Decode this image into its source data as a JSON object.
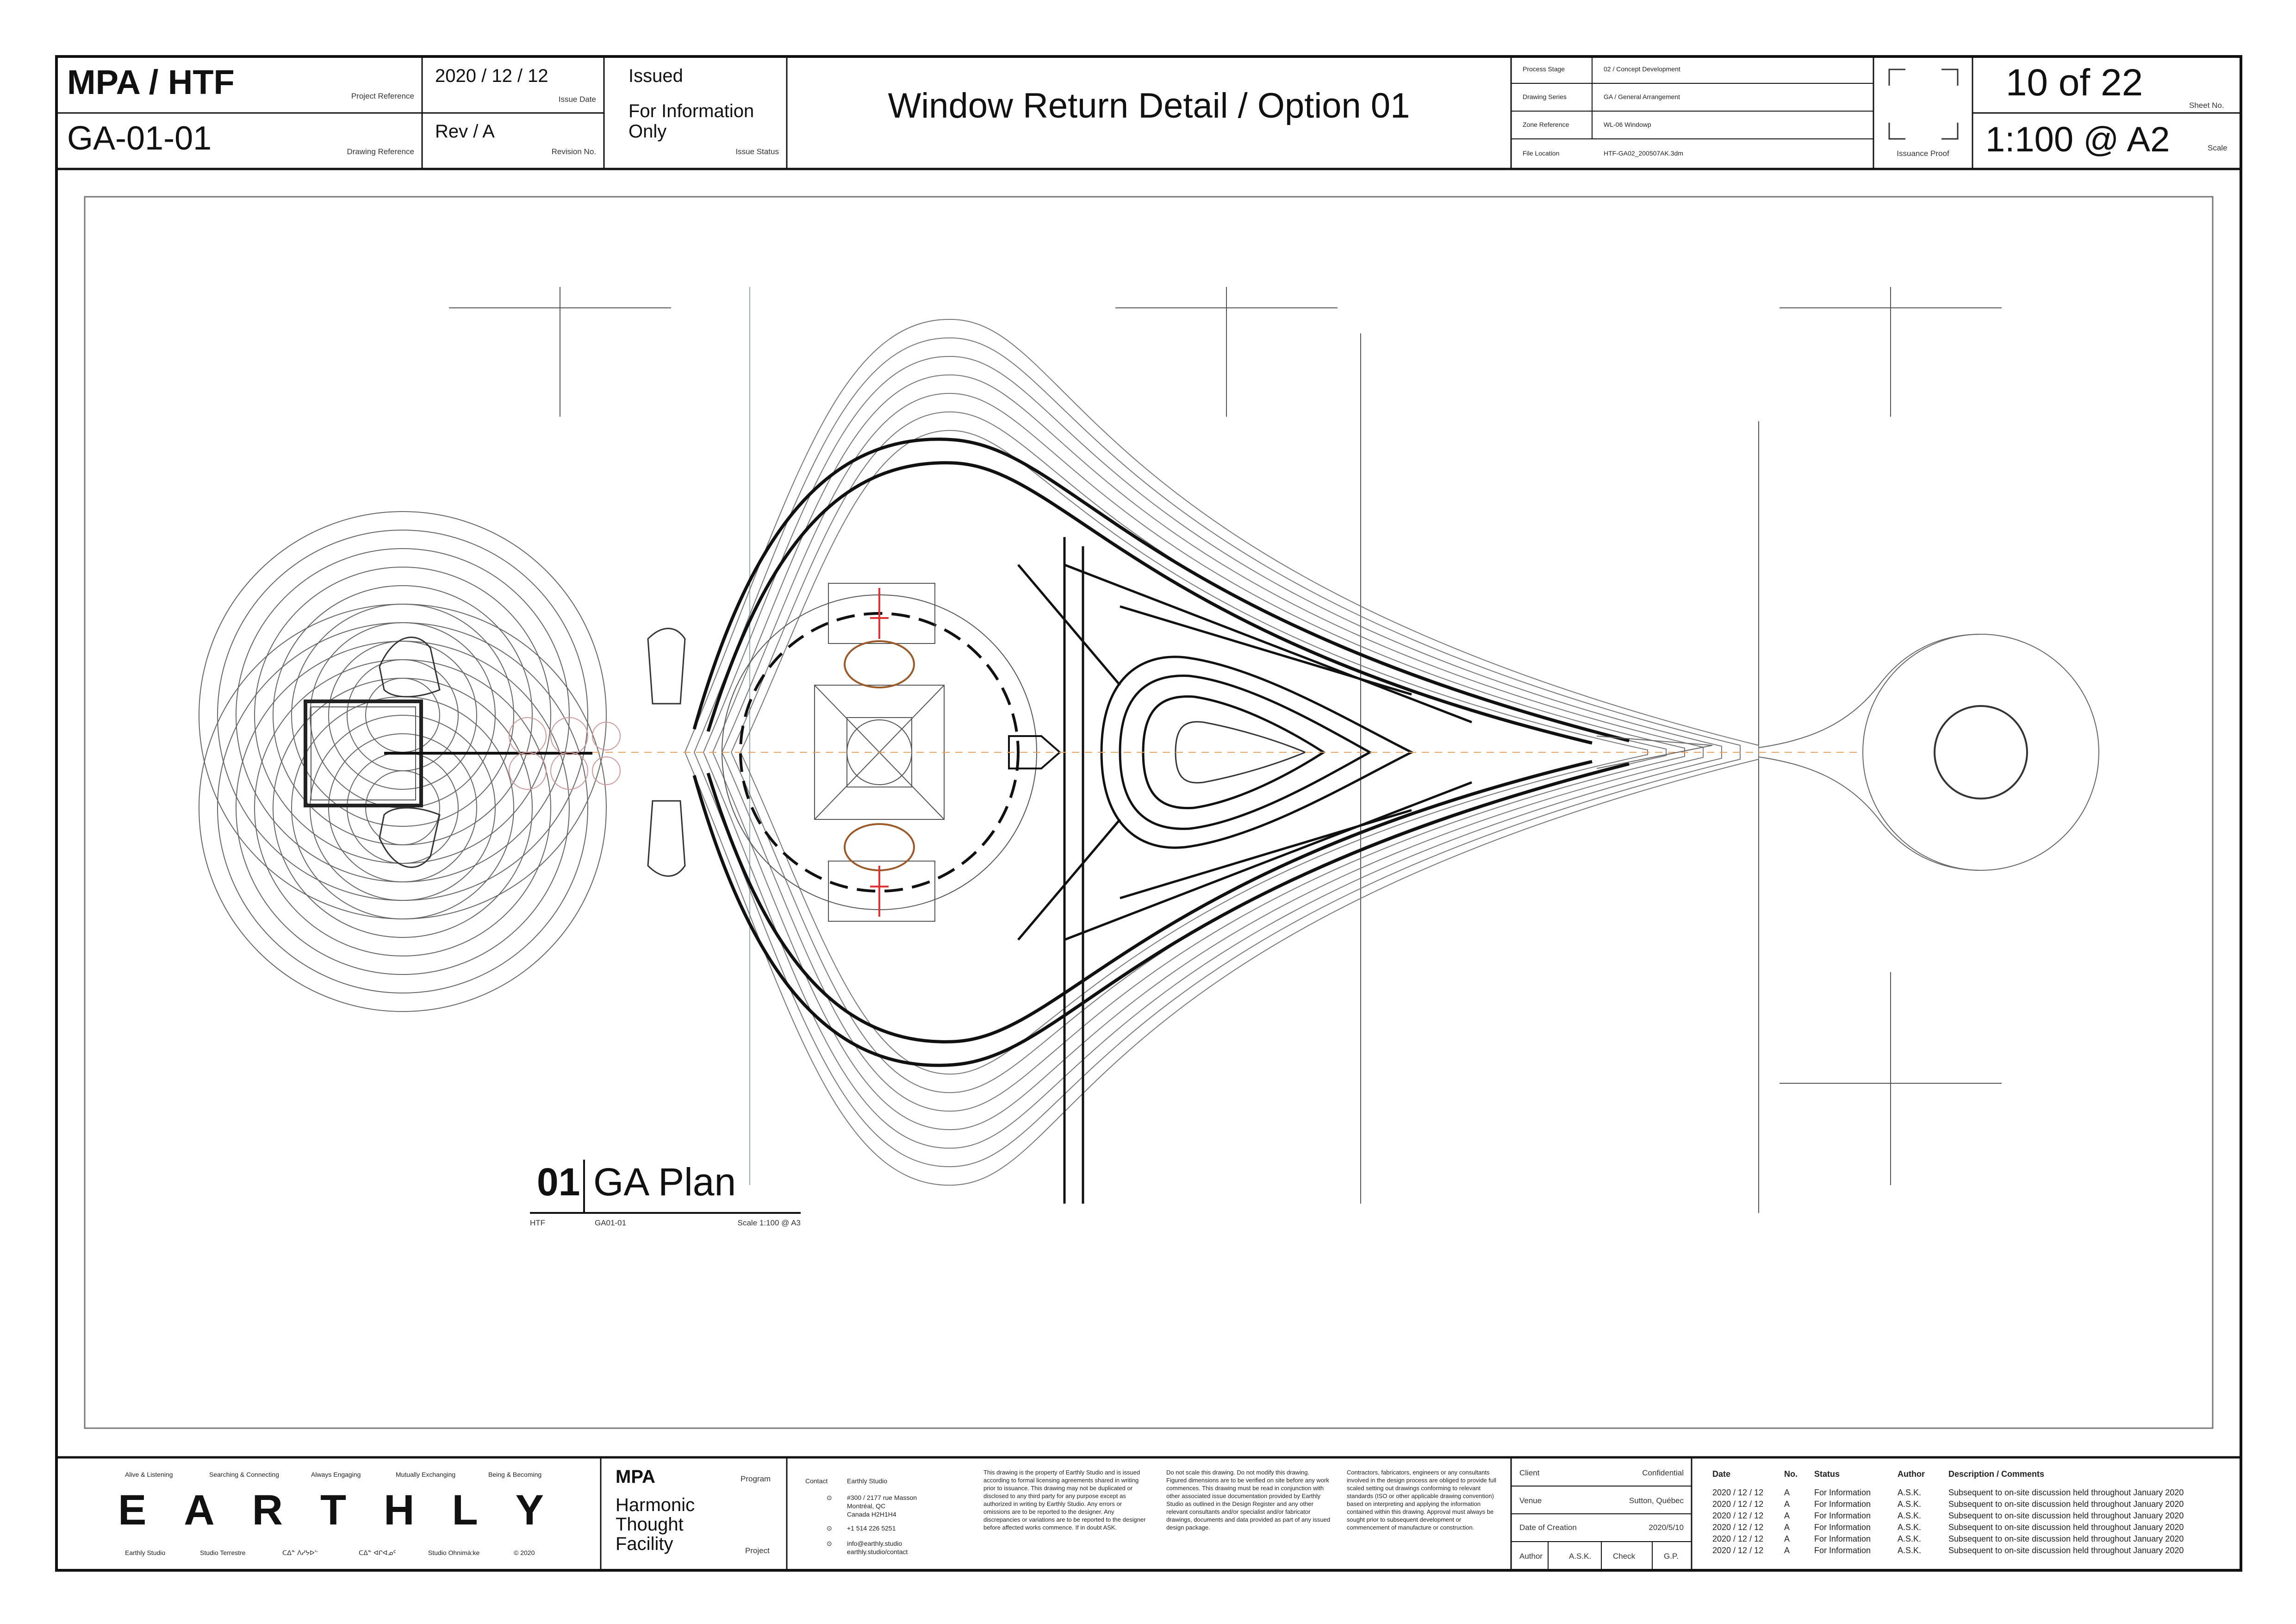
{
  "header": {
    "project_reference": "MPA / HTF",
    "project_reference_label": "Project Reference",
    "drawing_reference": "GA-01-01",
    "drawing_reference_label": "Drawing Reference",
    "issue_date": "2020 / 12 / 12",
    "issue_date_label": "Issue Date",
    "revision": "Rev / A",
    "revision_label": "Revision No.",
    "issued": "Issued",
    "issue_status_line1": "For Information",
    "issue_status_line2": "Only",
    "issue_status_label": "Issue Status",
    "title": "Window Return Detail / Option 01",
    "process_stage_label": "Process Stage",
    "process_stage": "02 / Concept Development",
    "drawing_series_label": "Drawing Series",
    "drawing_series": "GA / General Arrangement",
    "zone_reference_label": "Zone Reference",
    "zone_reference": "WL-06 Windowp",
    "file_location_label": "File Location",
    "file_location": "HTF-GA02_200507AK.3dm",
    "issuance_proof_label": "Issuance Proof",
    "sheet_no": "10 of 22",
    "sheet_no_label": "Sheet No.",
    "scale": "1:100 @ A2",
    "scale_label": "Scale"
  },
  "drawing": {
    "plan_number": "01",
    "plan_title": "GA Plan",
    "plan_project": "HTF",
    "plan_ref": "GA01-01",
    "plan_scale": "Scale 1:100 @ A3"
  },
  "footer": {
    "values": [
      "Alive & Listening",
      "Searching & Connecting",
      "Always Engaging",
      "Mutually Exchanging",
      "Being & Becoming"
    ],
    "brand_letters": [
      "E",
      "A",
      "R",
      "T",
      "H",
      "L",
      "Y"
    ],
    "studios": [
      "Earthly Studio",
      "Studio Terrestre",
      "ᑕᐃᓐ ᐱᓯᔭᐅᓪ",
      "ᑕᐃᓐ ᐊᒋᐊᓄᑦ",
      "Studio Ohnimà:ke",
      "© 2020"
    ],
    "program_code": "MPA",
    "program_label": "Program",
    "project_name_1": "Harmonic",
    "project_name_2": "Thought",
    "project_name_3": "Facility",
    "project_label": "Project",
    "contact_label": "Contact",
    "contact_name": "Earthly Studio",
    "address_1": "#300 / 2177 rue Masson",
    "address_2": "Montréal, QC",
    "address_3": "Canada H2H1H4",
    "phone": "+1 514 226 5251",
    "email": "info@earthly.studio",
    "web": "earthly.studio/contact",
    "note1": "This drawing is the property of Earthly Studio and is issued according to formal licensing agreements shared in writing prior to issuance. This drawing may not be duplicated or disclosed to any third party for any purpose except as authorized in writing by Earthly Studio. Any errors or omissions are to be reported to the designer. Any discrepancies or variations are to be reported to the designer before affected works commence. If in doubt ASK.",
    "note2": "Do not scale this drawing. Do not modify this drawing. Figured dimensions are to be verified on site before any work commences. This drawing must be read in conjunction with other associated issue documentation provided by Earthly Studio as outlined in the Design Register and any other relevant consultants and/or specialist and/or fabricator drawings, documents and data provided as part of any issued design package.",
    "note3": "Contractors, fabricators, engineers or any consultants involved in the design process are obliged to provide full scaled setting out drawings conforming to relevant standards (ISO or other applicable drawing convention) based on interpreting and applying the information contained within this drawing. Approval must always be sought prior to subsequent development or commencement of manufacture or construction.",
    "client_label": "Client",
    "client": "Confidential",
    "venue_label": "Venue",
    "venue": "Sutton, Québec",
    "creation_label": "Date of Creation",
    "creation_date": "2020/5/10",
    "author_label": "Author",
    "author": "A.S.K.",
    "check_label": "Check",
    "check": "G.P."
  },
  "revisions": {
    "headers": [
      "Date",
      "No.",
      "Status",
      "Author",
      "Description / Comments"
    ],
    "rows": [
      [
        "2020 / 12 / 12",
        "A",
        "For Information",
        "A.S.K.",
        "Subsequent to on-site discussion held throughout January 2020"
      ],
      [
        "2020 / 12 / 12",
        "A",
        "For Information",
        "A.S.K.",
        "Subsequent to on-site discussion held throughout January 2020"
      ],
      [
        "2020 / 12 / 12",
        "A",
        "For Information",
        "A.S.K.",
        "Subsequent to on-site discussion held throughout January 2020"
      ],
      [
        "2020 / 12 / 12",
        "A",
        "For Information",
        "A.S.K.",
        "Subsequent to on-site discussion held throughout January 2020"
      ],
      [
        "2020 / 12 / 12",
        "A",
        "For Information",
        "A.S.K.",
        "Subsequent to on-site discussion held throughout January 2020"
      ],
      [
        "2020 / 12 / 12",
        "A",
        "For Information",
        "A.S.K.",
        "Subsequent to on-site discussion held throughout January 2020"
      ]
    ]
  }
}
